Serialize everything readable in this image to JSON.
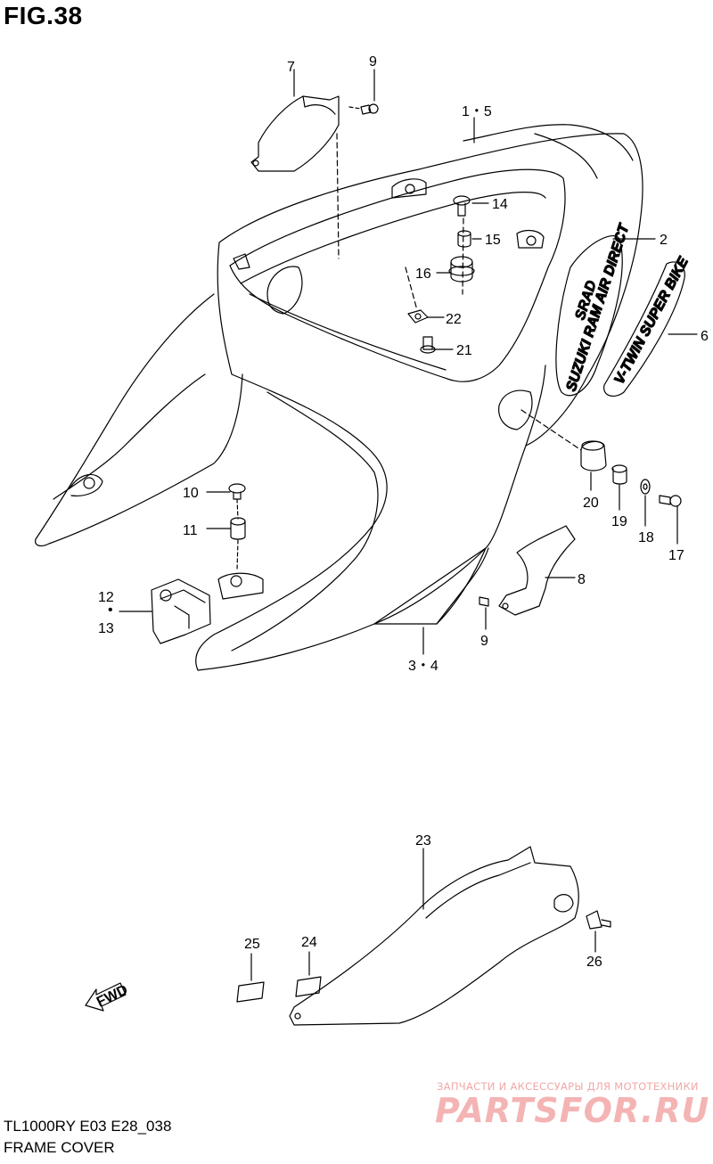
{
  "figure": {
    "title": "FIG.38",
    "model": "TL1000RY E03 E28_038",
    "name": "FRAME COVER"
  },
  "callouts": {
    "c1_5": "1・5",
    "c2": "2",
    "c3_4": "3・4",
    "c6": "6",
    "c7": "7",
    "c8": "8",
    "c9a": "9",
    "c9b": "9",
    "c10": "10",
    "c11": "11",
    "c12": "12",
    "c13": "13",
    "c14": "14",
    "c15": "15",
    "c16": "16",
    "c17": "17",
    "c18": "18",
    "c19": "19",
    "c20": "20",
    "c21": "21",
    "c22": "22",
    "c23": "23",
    "c24": "24",
    "c25": "25",
    "c26": "26"
  },
  "decals": {
    "main_text": "SRAD",
    "sub_text": "SUZUKI RAM AIR DIRECT",
    "stripe_text": "V-TWIN SUPER BIKE"
  },
  "fwd_label": "FWD",
  "watermark": {
    "line1": "ЗАПЧАСТИ И АКСЕССУАРЫ ДЛЯ МОТОТЕХНИКИ",
    "logo": "PARTSFOR.RU"
  }
}
